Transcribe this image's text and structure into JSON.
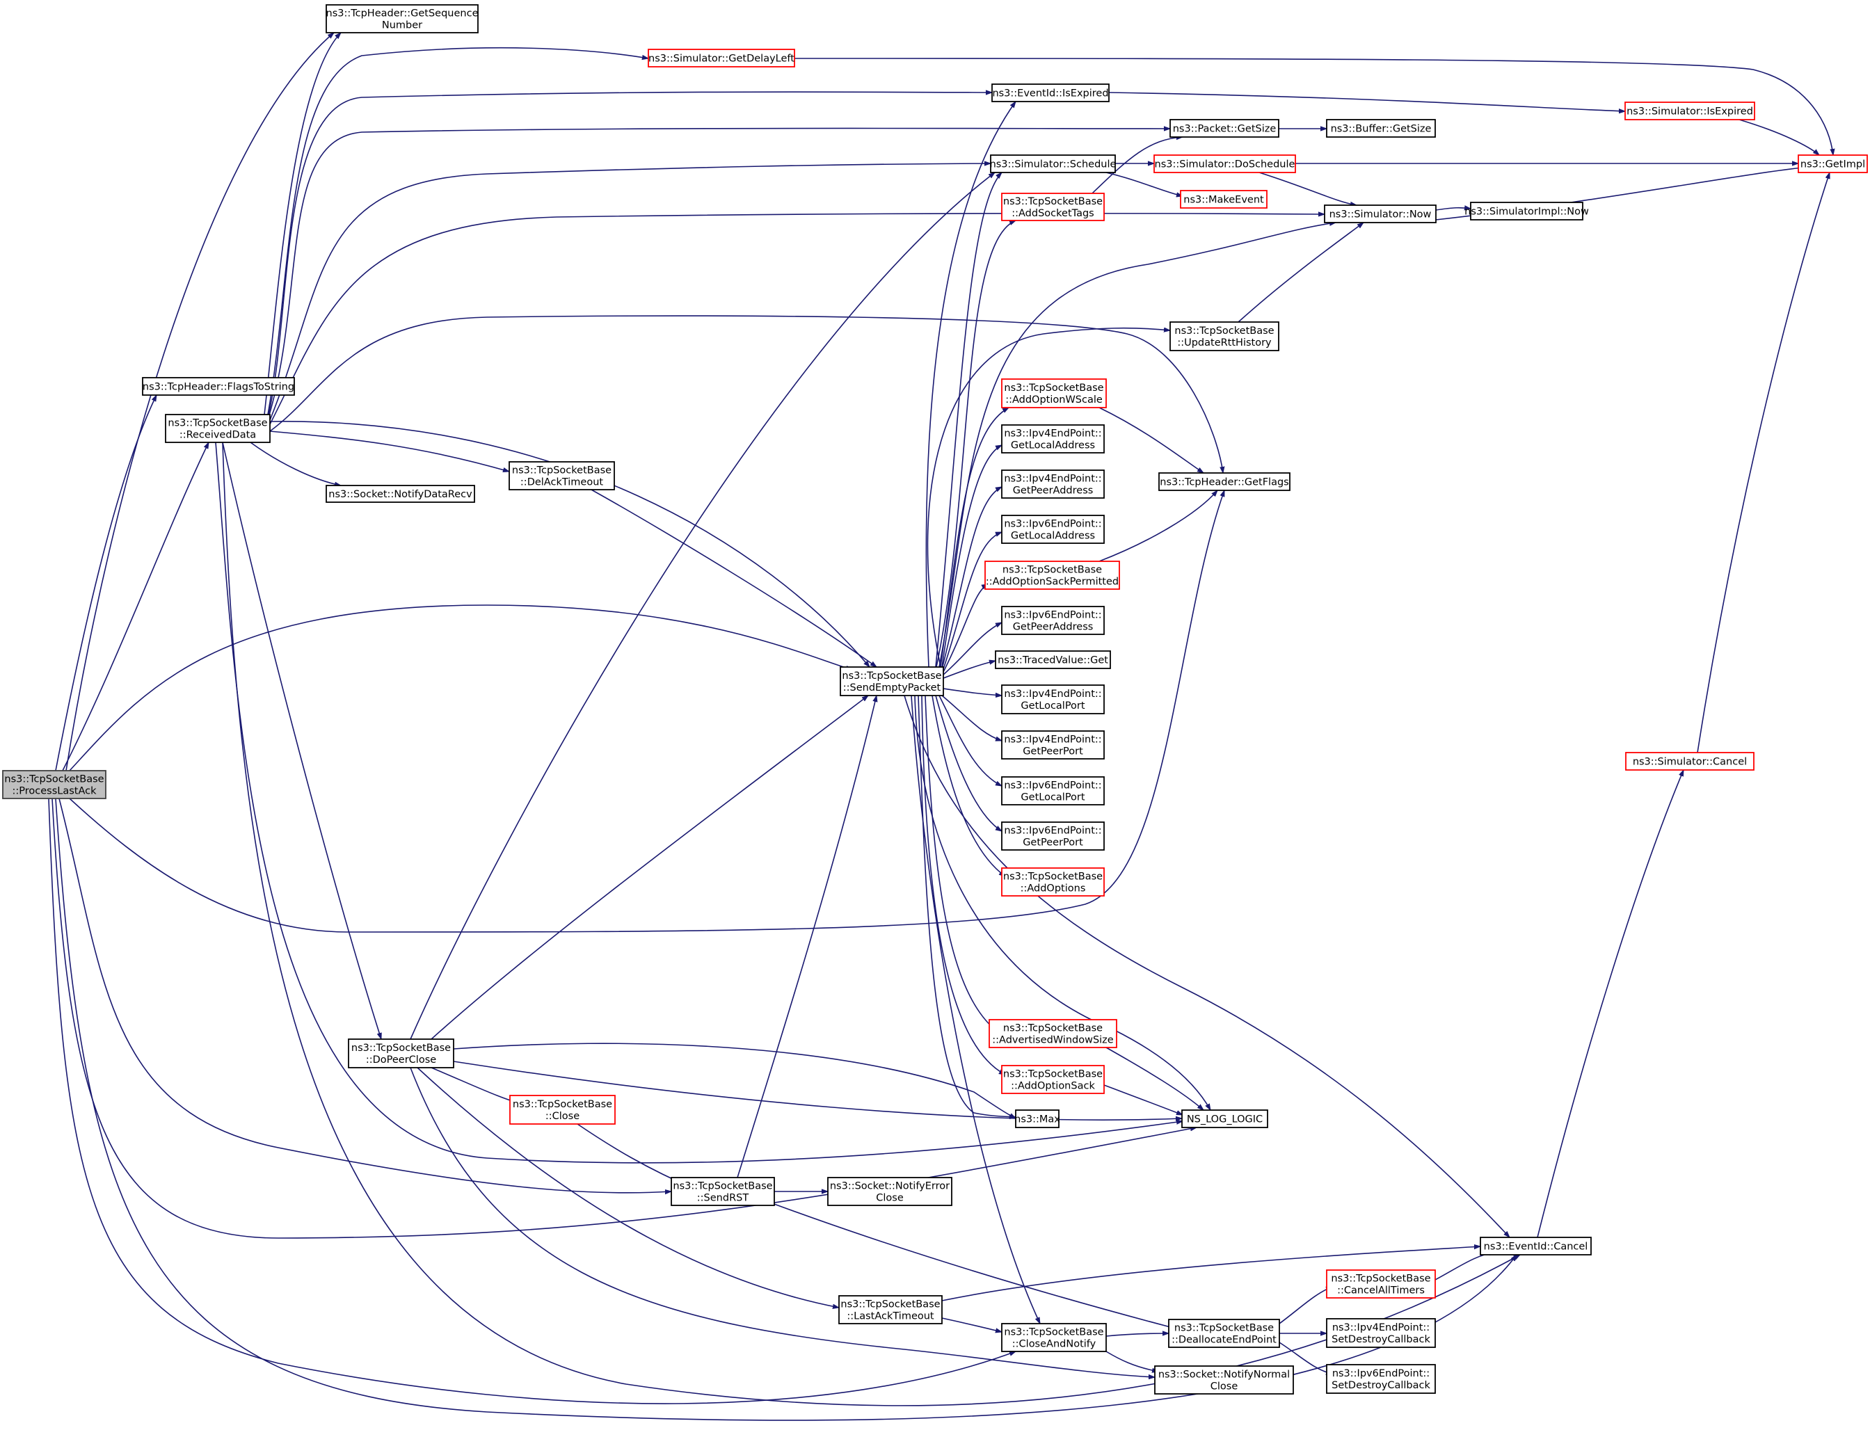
{
  "nodes": [
    {
      "id": "root",
      "lines": [
        "ns3::TcpSocketBase",
        "::ProcessLastAck"
      ],
      "style": "root"
    },
    {
      "id": "getseq",
      "lines": [
        "ns3::TcpHeader::GetSequence",
        "Number"
      ],
      "style": "black"
    },
    {
      "id": "flags2str",
      "lines": [
        "ns3::TcpHeader::FlagsToString"
      ],
      "style": "black"
    },
    {
      "id": "recvdata",
      "lines": [
        "ns3::TcpSocketBase",
        "::ReceivedData"
      ],
      "style": "black"
    },
    {
      "id": "notifydatarecv",
      "lines": [
        "ns3::Socket::NotifyDataRecv"
      ],
      "style": "black"
    },
    {
      "id": "delack",
      "lines": [
        "ns3::TcpSocketBase",
        "::DelAckTimeout"
      ],
      "style": "black"
    },
    {
      "id": "getdelayleft",
      "lines": [
        "ns3::Simulator::GetDelayLeft"
      ],
      "style": "red"
    },
    {
      "id": "isexpired_ev",
      "lines": [
        "ns3::EventId::IsExpired"
      ],
      "style": "black"
    },
    {
      "id": "schedule",
      "lines": [
        "ns3::Simulator::Schedule"
      ],
      "style": "black"
    },
    {
      "id": "addsockettags",
      "lines": [
        "ns3::TcpSocketBase",
        "::AddSocketTags"
      ],
      "style": "red"
    },
    {
      "id": "addwscale",
      "lines": [
        "ns3::TcpSocketBase",
        "::AddOptionWScale"
      ],
      "style": "red"
    },
    {
      "id": "ipv4getlocaladdr",
      "lines": [
        "ns3::Ipv4EndPoint::",
        "GetLocalAddress"
      ],
      "style": "black"
    },
    {
      "id": "ipv4getpeeraddr",
      "lines": [
        "ns3::Ipv4EndPoint::",
        "GetPeerAddress"
      ],
      "style": "black"
    },
    {
      "id": "ipv6getlocaladdr",
      "lines": [
        "ns3::Ipv6EndPoint::",
        "GetLocalAddress"
      ],
      "style": "black"
    },
    {
      "id": "addsackperm",
      "lines": [
        "ns3::TcpSocketBase",
        "::AddOptionSackPermitted"
      ],
      "style": "red"
    },
    {
      "id": "ipv6getpeeraddr",
      "lines": [
        "ns3::Ipv6EndPoint::",
        "GetPeerAddress"
      ],
      "style": "black"
    },
    {
      "id": "tracedget",
      "lines": [
        "ns3::TracedValue::Get"
      ],
      "style": "black"
    },
    {
      "id": "ipv4getlocalport",
      "lines": [
        "ns3::Ipv4EndPoint::",
        "GetLocalPort"
      ],
      "style": "black"
    },
    {
      "id": "ipv4getpeerport",
      "lines": [
        "ns3::Ipv4EndPoint::",
        "GetPeerPort"
      ],
      "style": "black"
    },
    {
      "id": "ipv6getlocalport",
      "lines": [
        "ns3::Ipv6EndPoint::",
        "GetLocalPort"
      ],
      "style": "black"
    },
    {
      "id": "ipv6getpeerport",
      "lines": [
        "ns3::Ipv6EndPoint::",
        "GetPeerPort"
      ],
      "style": "black"
    },
    {
      "id": "addoptions",
      "lines": [
        "ns3::TcpSocketBase",
        "::AddOptions"
      ],
      "style": "red"
    },
    {
      "id": "advwin",
      "lines": [
        "ns3::TcpSocketBase",
        "::AdvertisedWindowSize"
      ],
      "style": "red"
    },
    {
      "id": "addsack",
      "lines": [
        "ns3::TcpSocketBase",
        "::AddOptionSack"
      ],
      "style": "red"
    },
    {
      "id": "max",
      "lines": [
        "ns3::Max"
      ],
      "style": "black"
    },
    {
      "id": "sendempty",
      "lines": [
        "ns3::TcpSocketBase",
        "::SendEmptyPacket"
      ],
      "style": "black"
    },
    {
      "id": "doPeerClose",
      "lines": [
        "ns3::TcpSocketBase",
        "::DoPeerClose"
      ],
      "style": "black"
    },
    {
      "id": "close",
      "lines": [
        "ns3::TcpSocketBase",
        "::Close"
      ],
      "style": "red"
    },
    {
      "id": "sendrst",
      "lines": [
        "ns3::TcpSocketBase",
        "::SendRST"
      ],
      "style": "black"
    },
    {
      "id": "notifyerrorclose",
      "lines": [
        "ns3::Socket::NotifyError",
        "Close"
      ],
      "style": "black"
    },
    {
      "id": "lastacktimeout",
      "lines": [
        "ns3::TcpSocketBase",
        "::LastAckTimeout"
      ],
      "style": "black"
    },
    {
      "id": "closeandnotify",
      "lines": [
        "ns3::TcpSocketBase",
        "::CloseAndNotify"
      ],
      "style": "black"
    },
    {
      "id": "packetgetsize",
      "lines": [
        "ns3::Packet::GetSize"
      ],
      "style": "black"
    },
    {
      "id": "buffergetsize",
      "lines": [
        "ns3::Buffer::GetSize"
      ],
      "style": "black"
    },
    {
      "id": "doschedule",
      "lines": [
        "ns3::Simulator::DoSchedule"
      ],
      "style": "red"
    },
    {
      "id": "makeevent",
      "lines": [
        "ns3::MakeEvent"
      ],
      "style": "red"
    },
    {
      "id": "simnow",
      "lines": [
        "ns3::Simulator::Now"
      ],
      "style": "black"
    },
    {
      "id": "simimplnow",
      "lines": [
        "ns3::SimulatorImpl::Now"
      ],
      "style": "black"
    },
    {
      "id": "updatertt",
      "lines": [
        "ns3::TcpSocketBase",
        "::UpdateRttHistory"
      ],
      "style": "black"
    },
    {
      "id": "getflags",
      "lines": [
        "ns3::TcpHeader::GetFlags"
      ],
      "style": "black"
    },
    {
      "id": "nslog",
      "lines": [
        "NS_LOG_LOGIC"
      ],
      "style": "black"
    },
    {
      "id": "deallocate",
      "lines": [
        "ns3::TcpSocketBase",
        "::DeallocateEndPoint"
      ],
      "style": "black"
    },
    {
      "id": "notifynormalclose",
      "lines": [
        "ns3::Socket::NotifyNormal",
        "Close"
      ],
      "style": "black"
    },
    {
      "id": "cancelalltimers",
      "lines": [
        "ns3::TcpSocketBase",
        "::CancelAllTimers"
      ],
      "style": "red"
    },
    {
      "id": "ipv4setdestroy",
      "lines": [
        "ns3::Ipv4EndPoint::",
        "SetDestroyCallback"
      ],
      "style": "black"
    },
    {
      "id": "ipv6setdestroy",
      "lines": [
        "ns3::Ipv6EndPoint::",
        "SetDestroyCallback"
      ],
      "style": "black"
    },
    {
      "id": "eventcancel",
      "lines": [
        "ns3::EventId::Cancel"
      ],
      "style": "black"
    },
    {
      "id": "simisexpired",
      "lines": [
        "ns3::Simulator::IsExpired"
      ],
      "style": "red"
    },
    {
      "id": "simcancel",
      "lines": [
        "ns3::Simulator::Cancel"
      ],
      "style": "red"
    },
    {
      "id": "getimpl",
      "lines": [
        "ns3::GetImpl"
      ],
      "style": "red"
    }
  ],
  "colors": {
    "edge": "#191970",
    "red_border": "#ff0000",
    "root_fill": "#bfbfbf"
  }
}
